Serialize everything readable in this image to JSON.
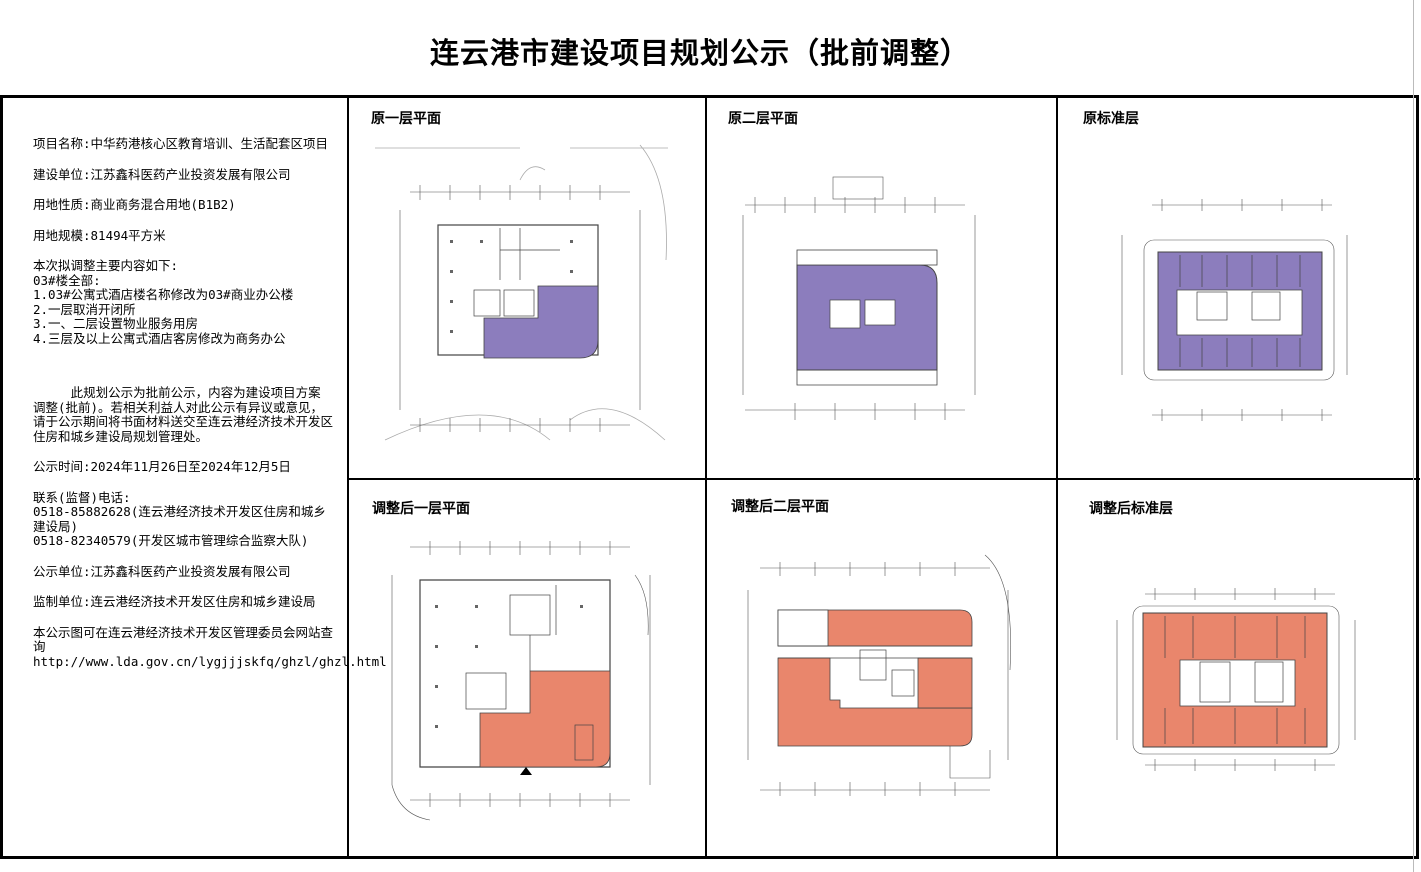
{
  "title": "连云港市建设项目规划公示（批前调整）",
  "info": {
    "project_name": "项目名称:中华药港核心区教育培训、生活配套区项目",
    "builder": "建设单位:江苏鑫科医药产业投资发展有限公司",
    "land_use": "用地性质:商业商务混合用地(B1B2)",
    "land_area": "用地规模:81494平方米",
    "changes_heading": "本次拟调整主要内容如下:",
    "changes_building": "03#楼全部:",
    "change_1": "1.03#公寓式酒店楼名称修改为03#商业办公楼",
    "change_2": "2.一层取消开闭所",
    "change_3": "3.一、二层设置物业服务用房",
    "change_4": "4.三层及以上公寓式酒店客房修改为商务办公",
    "notice": "     此规划公示为批前公示，内容为建设项目方案调整(批前)。若相关利益人对此公示有异议或意见，请于公示期间将书面材料送交至连云港经济技术开发区住房和城乡建设局规划管理处。",
    "period": "公示时间:2024年11月26日至2024年12月5日",
    "contact_heading": "联系(监督)电话:",
    "phone_1": "0518-85882628(连云港经济技术开发区住房和城乡建设局)",
    "phone_2": "0518-82340579(开发区城市管理综合监察大队)",
    "publisher": "公示单位:江苏鑫科医药产业投资发展有限公司",
    "supervisor": "监制单位:连云港经济技术开发区住房和城乡建设局",
    "website_note": "本公示图可在连云港经济技术开发区管理委员会网站查询",
    "url": "http://www.lda.gov.cn/lygjjjskfq/ghzl/ghzl.html"
  },
  "panels": {
    "p1": "原一层平面",
    "p2": "原二层平面",
    "p3": "原标准层",
    "p4": "调整后一层平面",
    "p5": "调整后二层平面",
    "p6": "调整后标准层"
  },
  "colors": {
    "original_fill": "#8c7dbd",
    "adjusted_fill": "#e9866c",
    "line": "#555555"
  }
}
